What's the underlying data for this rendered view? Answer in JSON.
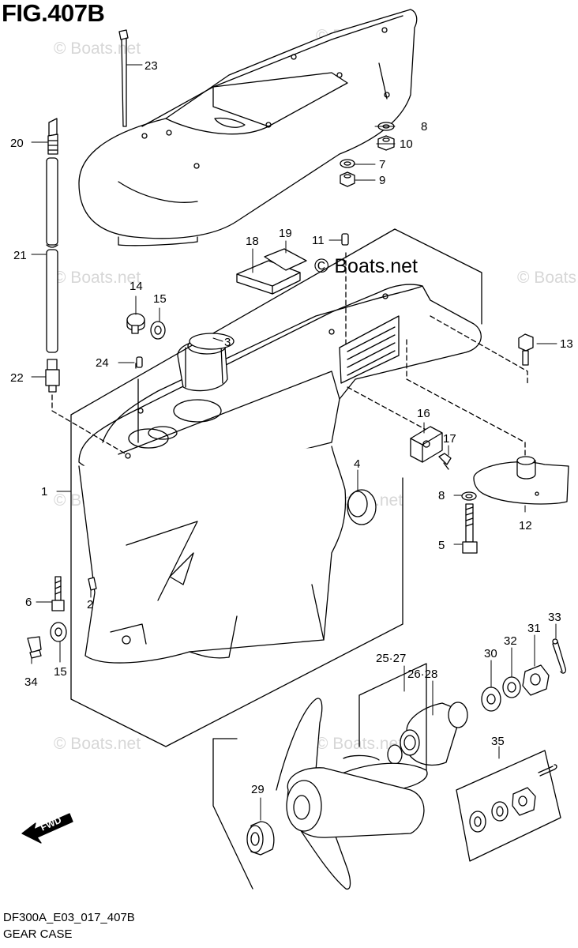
{
  "figure": {
    "title": "FIG.407B",
    "model_code": "DF300A_E03_017_407B",
    "caption": "GEAR CASE",
    "watermark_main": "© Boats.net",
    "watermark_faint": "© Boats.net",
    "fwd_label": "FWD"
  },
  "callouts": [
    {
      "id": "c1",
      "label": "1"
    },
    {
      "id": "c2",
      "label": "2"
    },
    {
      "id": "c3",
      "label": "3"
    },
    {
      "id": "c4",
      "label": "4"
    },
    {
      "id": "c5",
      "label": "5"
    },
    {
      "id": "c6",
      "label": "6"
    },
    {
      "id": "c7",
      "label": "7"
    },
    {
      "id": "c8a",
      "label": "8"
    },
    {
      "id": "c8b",
      "label": "8"
    },
    {
      "id": "c9",
      "label": "9"
    },
    {
      "id": "c10",
      "label": "10"
    },
    {
      "id": "c11",
      "label": "11"
    },
    {
      "id": "c12",
      "label": "12"
    },
    {
      "id": "c13",
      "label": "13"
    },
    {
      "id": "c14",
      "label": "14"
    },
    {
      "id": "c15a",
      "label": "15"
    },
    {
      "id": "c15b",
      "label": "15"
    },
    {
      "id": "c16",
      "label": "16"
    },
    {
      "id": "c17",
      "label": "17"
    },
    {
      "id": "c18",
      "label": "18"
    },
    {
      "id": "c19",
      "label": "19"
    },
    {
      "id": "c20",
      "label": "20"
    },
    {
      "id": "c21",
      "label": "21"
    },
    {
      "id": "c22",
      "label": "22"
    },
    {
      "id": "c23",
      "label": "23"
    },
    {
      "id": "c24",
      "label": "24"
    },
    {
      "id": "c2527",
      "label": "25·27"
    },
    {
      "id": "c2628",
      "label": "26·28"
    },
    {
      "id": "c29",
      "label": "29"
    },
    {
      "id": "c30",
      "label": "30"
    },
    {
      "id": "c31",
      "label": "31"
    },
    {
      "id": "c32",
      "label": "32"
    },
    {
      "id": "c33",
      "label": "33"
    },
    {
      "id": "c34",
      "label": "34"
    },
    {
      "id": "c35",
      "label": "35"
    }
  ]
}
